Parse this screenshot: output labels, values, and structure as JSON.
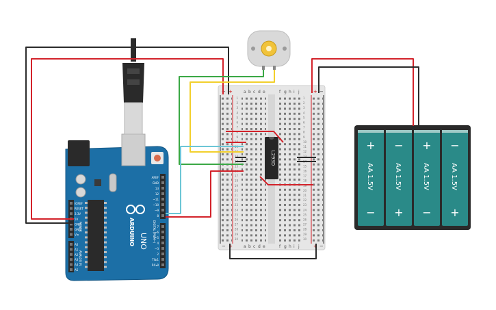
{
  "canvas": {
    "background": "#ffffff"
  },
  "arduino": {
    "brand": "ARDUINO",
    "model": "UNO",
    "board_color": "#1c6fa6",
    "digital_header_label": "DIGITAL (PWM~)",
    "power_header_label": "POWER",
    "analog_header_label": "ANALOG IN",
    "top_pins": [
      "AREF",
      "GND",
      "13",
      "12",
      "~11",
      "~10",
      "~9",
      "8"
    ],
    "bottom_pins": [
      "7",
      "~6",
      "~5",
      "4",
      "~3",
      "2",
      "TX▸1",
      "RX◂0"
    ],
    "power_pins": [
      "IOREF",
      "RESET",
      "3.3V",
      "5V",
      "GND",
      "GND",
      "Vin"
    ],
    "analog_pins": [
      "A0",
      "A1",
      "A2",
      "A3",
      "A4",
      "A5"
    ]
  },
  "breadboard": {
    "column_letters_left": [
      "a",
      "b",
      "c",
      "d",
      "e"
    ],
    "column_letters_right": [
      "f",
      "g",
      "h",
      "i",
      "j"
    ],
    "row_numbers": [
      "1",
      "2",
      "3",
      "4",
      "5",
      "6",
      "7",
      "8",
      "9",
      "10",
      "11",
      "12",
      "13",
      "14",
      "15",
      "16",
      "17",
      "18",
      "19",
      "20",
      "21",
      "22",
      "23",
      "24",
      "25",
      "26",
      "27",
      "28",
      "29",
      "30"
    ],
    "rail_plus": "+",
    "rail_minus": "−"
  },
  "chip": {
    "label": "L293D"
  },
  "battery_pack": {
    "cells": [
      {
        "label": "AA 1.5V",
        "top_terminal": "+",
        "bottom_terminal": "−"
      },
      {
        "label": "AA 1.5V",
        "top_terminal": "−",
        "bottom_terminal": "+"
      },
      {
        "label": "AA 1.5V",
        "top_terminal": "+",
        "bottom_terminal": "−"
      },
      {
        "label": "AA 1.5V",
        "top_terminal": "−",
        "bottom_terminal": "+"
      }
    ],
    "cell_color": "#2a8a88"
  },
  "wires": {
    "black": "#2b2b2b",
    "red": "#d3222a",
    "green": "#3aa845",
    "yellow": "#f2cf2b",
    "cyan": "#6cc6d6"
  }
}
